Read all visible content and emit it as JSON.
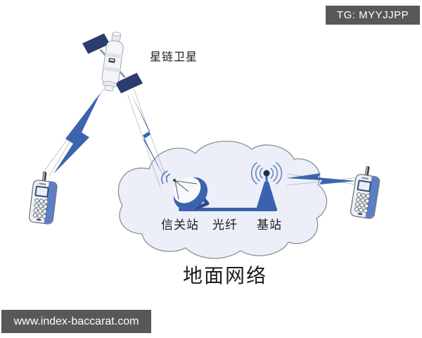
{
  "watermarks": {
    "telegram_badge": {
      "text": "TG: MYYJJPP",
      "bg": "#58585b",
      "fg": "#ffffff"
    },
    "website_bar": {
      "text": "www.index-baccarat.com",
      "bg": "#58585b",
      "fg": "#ffffff"
    }
  },
  "diagram": {
    "title": "地面网络",
    "satellite": {
      "label": "星链卫星",
      "icon": "satellite-icon"
    },
    "cloud": {
      "icon": "cloud-shape",
      "nodes": [
        {
          "label": "信关站",
          "icon": "satellite-dish-icon"
        },
        {
          "label": "光纤",
          "icon": "fiber-line"
        },
        {
          "label": "基站",
          "icon": "base-station-icon"
        }
      ]
    },
    "devices": [
      {
        "icon": "mobile-phone-icon",
        "position": "left"
      },
      {
        "icon": "mobile-phone-icon",
        "position": "right"
      }
    ],
    "links": [
      {
        "from": "satellite",
        "to": "left-phone",
        "icon": "lightning-bolt-icon"
      },
      {
        "from": "satellite",
        "to": "gateway-station",
        "icon": "lightning-bolt-icon"
      },
      {
        "from": "base-station",
        "to": "right-phone",
        "icon": "lightning-bolt-icon"
      }
    ],
    "colors": {
      "bolt_blue": "#3c64ad",
      "panel_navy": "#2b3c6e",
      "cloud_fill": "#eceef8",
      "cloud_stroke": "#8d9099",
      "device_blue": "#5b7fc4",
      "watermark_bg": "#58585b"
    }
  }
}
